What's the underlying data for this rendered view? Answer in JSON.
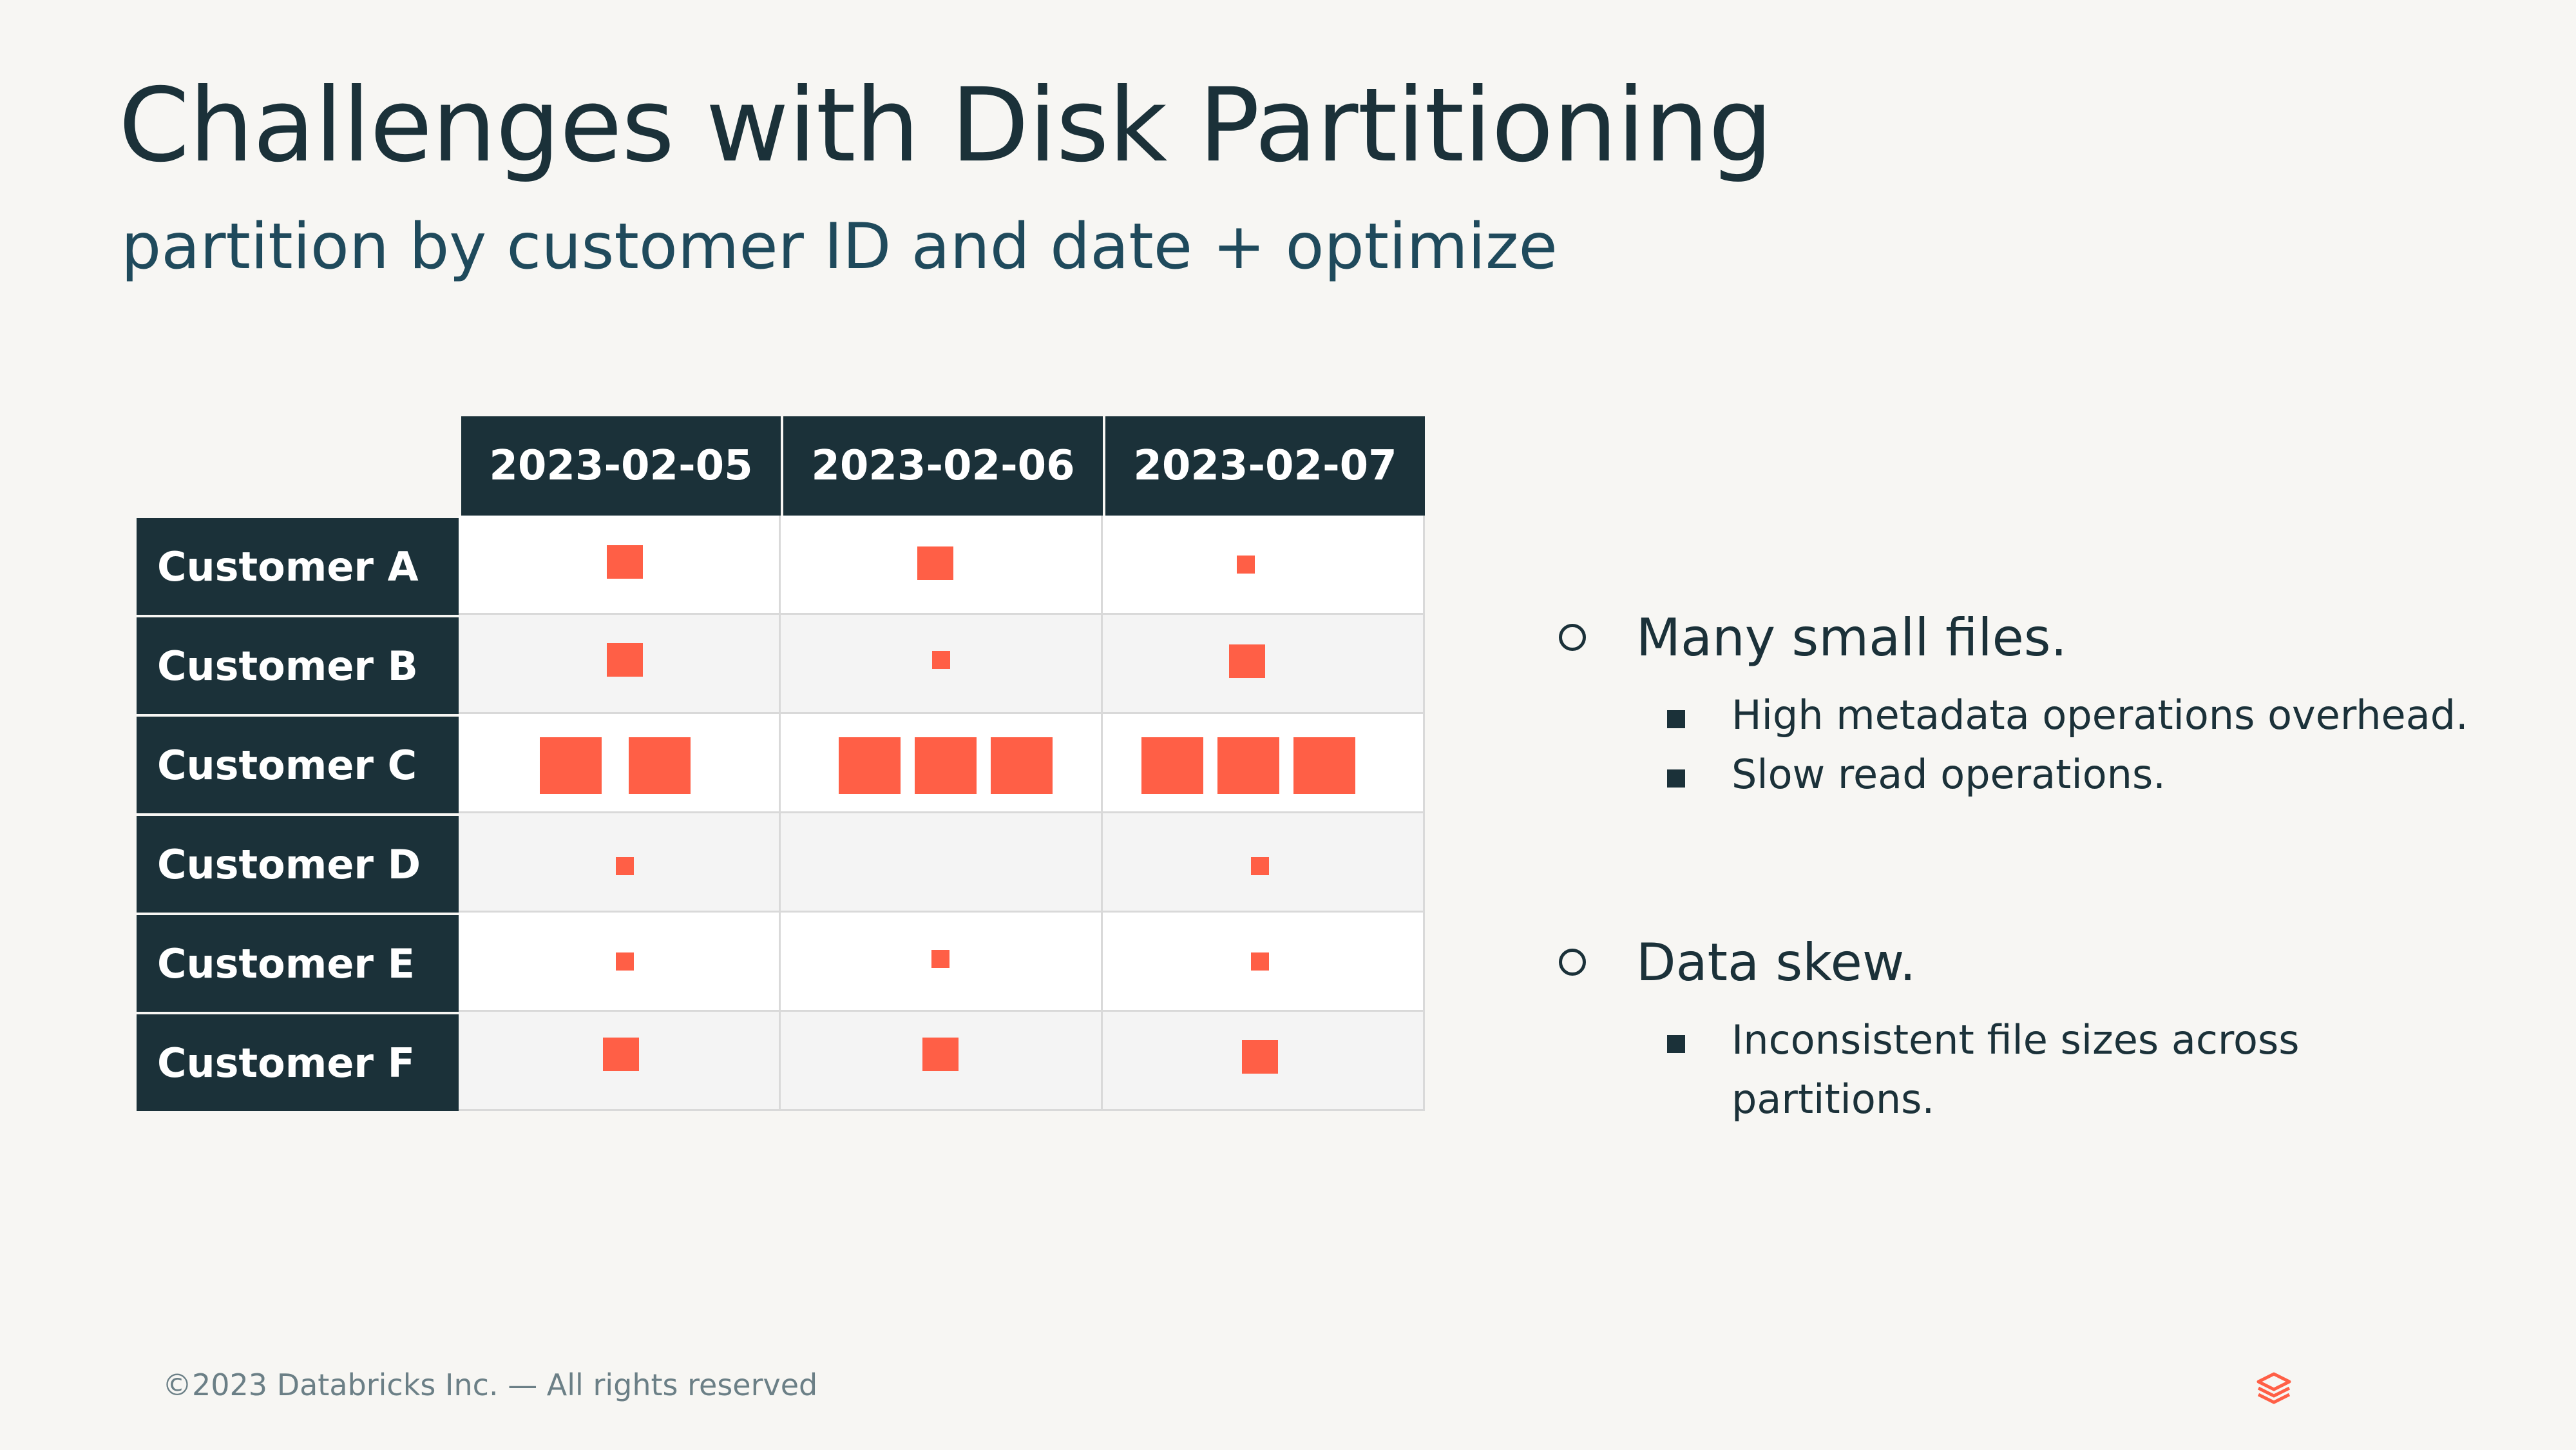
{
  "title": "Challenges with Disk Partitioning",
  "subtitle": "partition by customer ID and date + optimize",
  "table": {
    "dates": [
      "2023-02-05",
      "2023-02-06",
      "2023-02-07"
    ],
    "customers": [
      "Customer A",
      "Customer B",
      "Customer C",
      "Customer D",
      "Customer E",
      "Customer F"
    ],
    "file_counts": [
      [
        1,
        1,
        1
      ],
      [
        1,
        1,
        1
      ],
      [
        2,
        3,
        3
      ],
      [
        1,
        0,
        1
      ],
      [
        1,
        1,
        1
      ],
      [
        1,
        1,
        1
      ]
    ],
    "file_size_legend": "relative size shown by square size"
  },
  "bullets": [
    {
      "text": "Many small files.",
      "sub": [
        "High metadata operations overhead.",
        "Slow read operations."
      ]
    },
    {
      "text": "Data skew.",
      "sub": [
        "Inconsistent file sizes across",
        "partitions."
      ]
    }
  ],
  "footer": "©2023 Databricks Inc. — All rights reserved",
  "colors": {
    "accent": "#ff5f46",
    "header_bg": "#1b3139",
    "page_bg": "#f7f6f3"
  },
  "icons": [
    "databricks-logo-icon"
  ]
}
